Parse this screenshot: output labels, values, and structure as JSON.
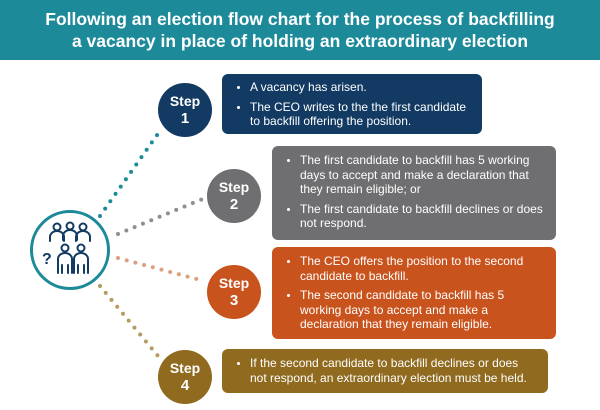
{
  "header": {
    "line1": "Following an election flow chart for the process of backfilling",
    "line2": "a vacancy in place of holding an extraordinary election"
  },
  "hub": {
    "icon": "people-question-icon",
    "question_mark": "?"
  },
  "colors": {
    "teal": "#1d8a9a",
    "navy": "#123a62",
    "grey": "#6f6e70",
    "orange": "#c9531d",
    "brown": "#8f6a1f",
    "dot_teal": "#1d8a9a",
    "dot_grey": "#8f8f8f",
    "dot_orange": "#dba07d",
    "dot_brown": "#b59a62"
  },
  "steps": [
    {
      "label": "Step",
      "number": "1",
      "items": [
        "A vacancy has arisen.",
        "The CEO writes to the the first candidate to backfill offering the position."
      ]
    },
    {
      "label": "Step",
      "number": "2",
      "items": [
        "The first candidate to backfill has 5 working days to accept and make a declaration that they remain eligible; or",
        "The first candidate to backfill declines or does not respond."
      ]
    },
    {
      "label": "Step",
      "number": "3",
      "items": [
        "The CEO offers the position to the second candidate to backfill.",
        "The second candidate to backfill has 5 working days to accept and make a declaration that they remain eligible."
      ]
    },
    {
      "label": "Step",
      "number": "4",
      "items": [
        "If the second candidate to backfill declines or does not respond, an extraordinary election must be held."
      ]
    }
  ]
}
